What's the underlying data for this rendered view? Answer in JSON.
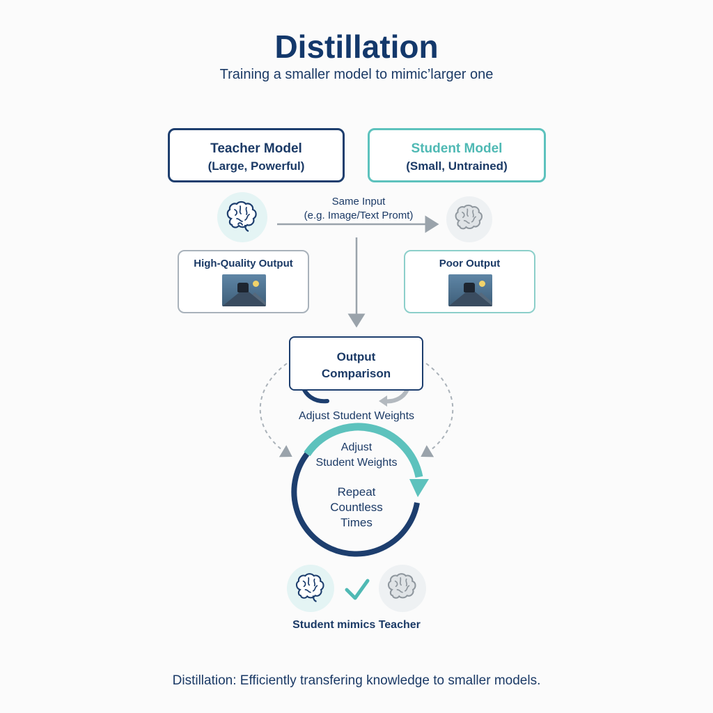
{
  "title": "Distillation",
  "subtitle": "Training a smaller model to mimic’larger one",
  "teacher": {
    "name": "Teacher Model",
    "desc": "(Large, Powerful)"
  },
  "student": {
    "name": "Student Model",
    "desc": "(Small, Untrained)"
  },
  "input_label_1": "Same Input",
  "input_label_2": "(e.g. Image/Text Promt)",
  "teacher_output": "High-Quality Output",
  "student_output": "Poor Output",
  "comparison": {
    "line1": "Output",
    "line2": "Comparison"
  },
  "adjust_label": "Adjust Student Weights",
  "loop": {
    "adjust_line1": "Adjust",
    "adjust_line2": "Student Weights",
    "repeat1": "Repeat",
    "repeat2": "Countless",
    "repeat3": "Times"
  },
  "result": "Student mimics Teacher",
  "footer": "Distillation: Efficiently transfering knowledge to smaller models.",
  "colors": {
    "navy": "#1d3e6e",
    "teal": "#5dc2bd",
    "gray": "#a9b2bb"
  },
  "icons": [
    "brain-icon",
    "image-icon",
    "cycle-arrows-icon",
    "checkmark-icon"
  ]
}
